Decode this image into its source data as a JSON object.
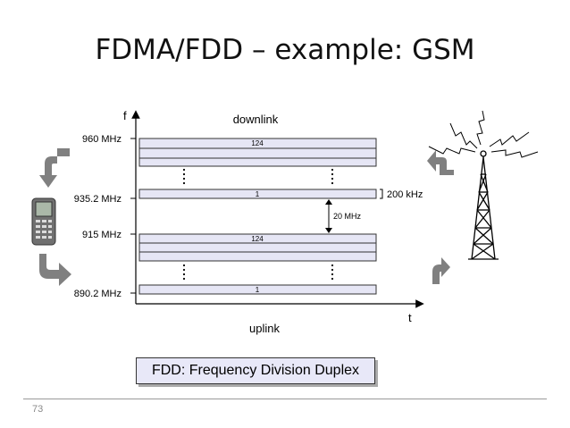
{
  "slide": {
    "title": "FDMA/FDD – example: GSM",
    "number": "73"
  },
  "diagram": {
    "axis_f": "f",
    "axis_t": "t",
    "downlink_label": "downlink",
    "uplink_label": "uplink",
    "freq_labels": [
      "960 MHz",
      "935.2 MHz",
      "915 MHz",
      "890.2 MHz"
    ],
    "channel_top_label": "124",
    "channel_bottom_label": "1",
    "bandwidth_label": "200 kHz",
    "duplex_spacing_label": "20 MHz",
    "fdd_label": "FDD: Frequency Division Duplex"
  },
  "colors": {
    "band_fill": "#e6e6f5",
    "band_stroke": "#333333",
    "arrow_gray": "#808080"
  }
}
